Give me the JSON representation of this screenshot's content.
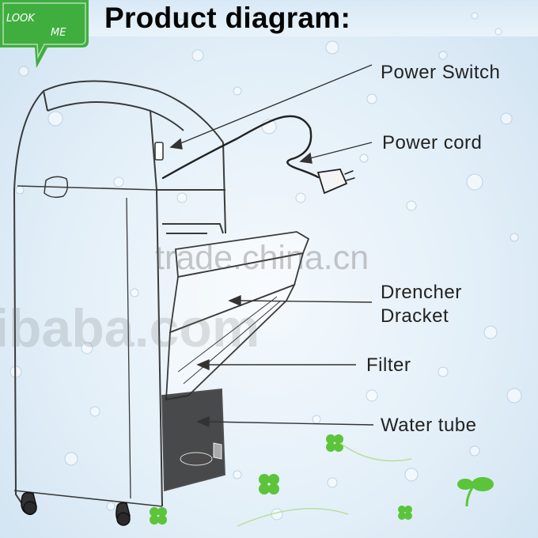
{
  "title": "Product diagram:",
  "logo": {
    "line1": "LOOK",
    "line2": "ME"
  },
  "watermarks": [
    "trade.china.cn",
    "ibaba.com"
  ],
  "callouts": [
    {
      "id": "power-switch",
      "label": "Power Switch"
    },
    {
      "id": "power-cord",
      "label": "Power cord"
    },
    {
      "id": "drencher-1",
      "label": "Drencher"
    },
    {
      "id": "drencher-2",
      "label": "Dracket"
    },
    {
      "id": "filter",
      "label": "Filter"
    },
    {
      "id": "water-tube",
      "label": "Water tube"
    }
  ],
  "colors": {
    "background": "#e3eff8",
    "logo": "#3fae3f",
    "clover": "#5cc43a",
    "outline": "#3a3a3a"
  }
}
